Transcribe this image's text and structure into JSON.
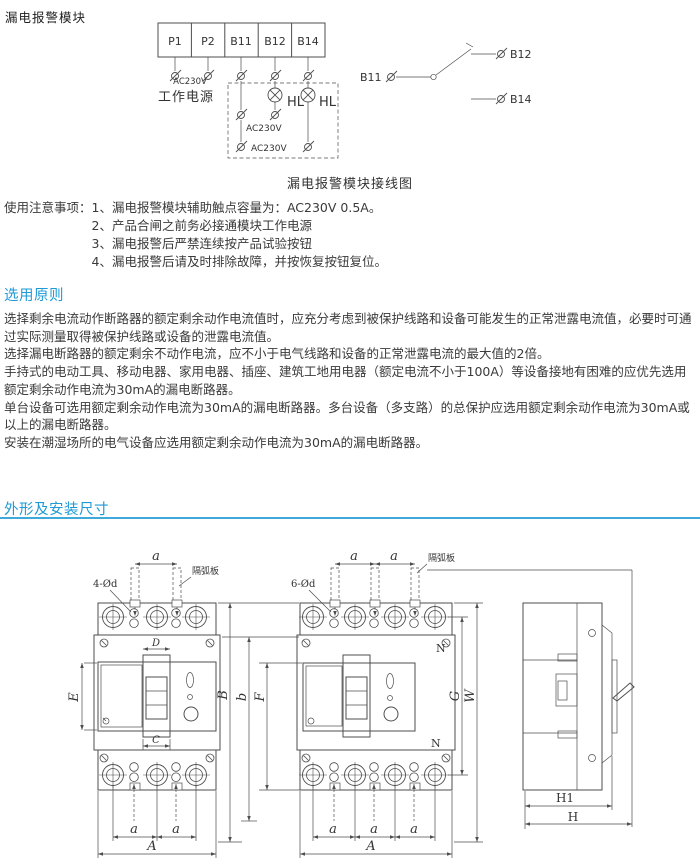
{
  "module": {
    "title": "漏电报警模块",
    "caption": "漏电报警模块接线图",
    "terminals": [
      "P1",
      "P2",
      "B11",
      "B12",
      "B14"
    ],
    "power_supply_voltage": "AC230V",
    "power_supply_label": "工作电源",
    "lamp1": "HL",
    "lamp2": "HL",
    "box_voltage1": "AC230V",
    "box_voltage2": "AC230V",
    "contact_b11": "B11",
    "contact_b12": "B12",
    "contact_b14": "B14"
  },
  "notes": {
    "lead": "使用注意事项：",
    "items": [
      "1、漏电报警模块辅助触点容量为：AC230V 0.5A。",
      "2、产品合闸之前务必接通模块工作电源",
      "3、漏电报警后严禁连续按产品试验按钮",
      "4、漏电报警后请及时排除故障，并按恢复按钮复位。"
    ]
  },
  "selection": {
    "heading": "选用原则",
    "paragraphs": [
      "选择剩余电流动作断路器的额定剩余动作电流值时，应充分考虑到被保护线路和设备可能发生的正常泄露电流值，必要时可通过实际测量取得被保护线路或设备的泄露电流值。",
      "选择漏电断路器的额定剩余不动作电流，应不小于电气线路和设备的正常泄露电流的最大值的2倍。",
      "手持式的电动工具、移动电器、家用电器、插座、建筑工地用电器（额定电流不小于100A）等设备接地有困难的应优先选用额定剩余动作电流为30mA的漏电断路器。",
      "单台设备可选用额定剩余动作电流为30mA的漏电断路器。多台设备（多支路）的总保护应选用额定剩余动作电流为30mA或以上的漏电断路器。",
      "安装在潮湿场所的电气设备应选用额定剩余动作电流为30mA的漏电断路器。"
    ]
  },
  "dimensions": {
    "heading": "外形及安装尺寸"
  },
  "drawings": {
    "front3p": {
      "pitch_a": "a",
      "arc_plate": "隔弧板",
      "mounting_holes": "4-Ød",
      "dim_d": "D",
      "dim_e": "E",
      "dim_c": "C",
      "dim_a1": "a",
      "dim_a2": "a",
      "dim_total": "A"
    },
    "height_dims": {
      "dim_B": "B",
      "dim_b": "b",
      "dim_F": "F"
    },
    "front4p": {
      "pitch_a1": "a",
      "pitch_a2": "a",
      "arc_plate": "隔弧板",
      "mounting_holes": "6-Ød",
      "n_top": "N",
      "n_bottom": "N",
      "dim_G": "G",
      "dim_W": "W",
      "dim_a1": "a",
      "dim_a2": "a",
      "dim_a3": "a",
      "dim_total": "A"
    },
    "side_view": {
      "dim_h1": "H1",
      "dim_h": "H"
    }
  },
  "colors": {
    "heading_blue": "#1E9AD5",
    "rule_blue": "#3FA9DC",
    "line_gray": "#4d4d4d",
    "text_dark": "#3a3a3a"
  }
}
